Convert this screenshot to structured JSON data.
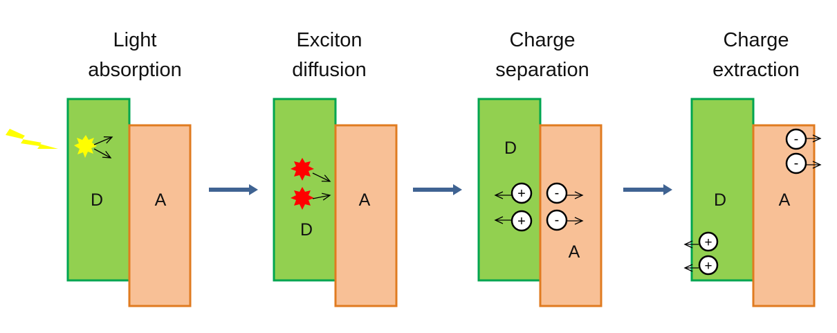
{
  "stages": [
    {
      "title_line1": "Light",
      "title_line2": "absorption",
      "donor_label": "D",
      "acceptor_label": "A"
    },
    {
      "title_line1": "Exciton",
      "title_line2": "diffusion",
      "donor_label": "D",
      "acceptor_label": "A"
    },
    {
      "title_line1": "Charge",
      "title_line2": "separation",
      "donor_label": "D",
      "acceptor_label": "A"
    },
    {
      "title_line1": "Charge",
      "title_line2": "extraction",
      "donor_label": "D",
      "acceptor_label": "A"
    }
  ],
  "symbols": {
    "hole": "+",
    "electron": "-"
  },
  "colors": {
    "donor_fill": "#92d050",
    "donor_border": "#00a550",
    "acceptor_fill": "#f8c096",
    "acceptor_border": "#e07b20",
    "process_arrow": "#3f6392",
    "photon": "#ffff00",
    "exciton_initial": "#ffff00",
    "exciton": "#ff0000"
  },
  "icons": [
    "lightning-bolt-icon",
    "exciton-starburst-icon",
    "hole-charge-icon",
    "electron-charge-icon",
    "process-arrow-icon"
  ]
}
